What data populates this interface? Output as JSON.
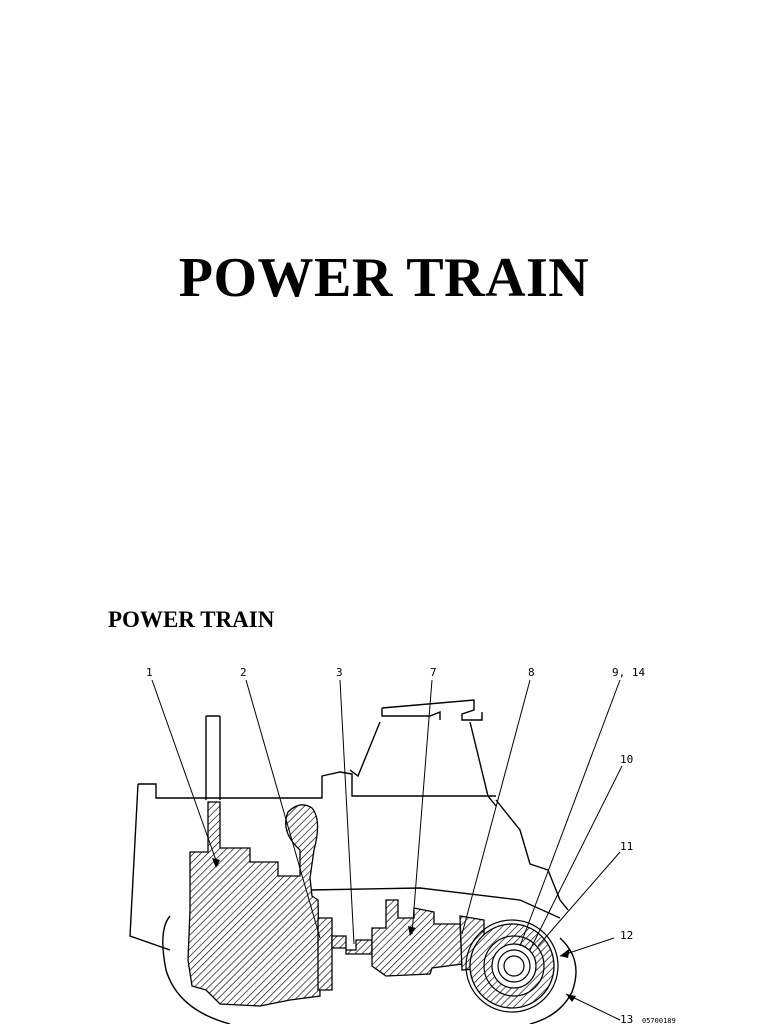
{
  "slide": {
    "title": "POWER TRAIN"
  },
  "section": {
    "heading": "POWER TRAIN"
  },
  "drawing": {
    "callouts": [
      "1",
      "2",
      "3",
      "7",
      "8",
      "9, 14",
      "10",
      "11",
      "12",
      "13"
    ],
    "drawing_id": "05700189"
  }
}
